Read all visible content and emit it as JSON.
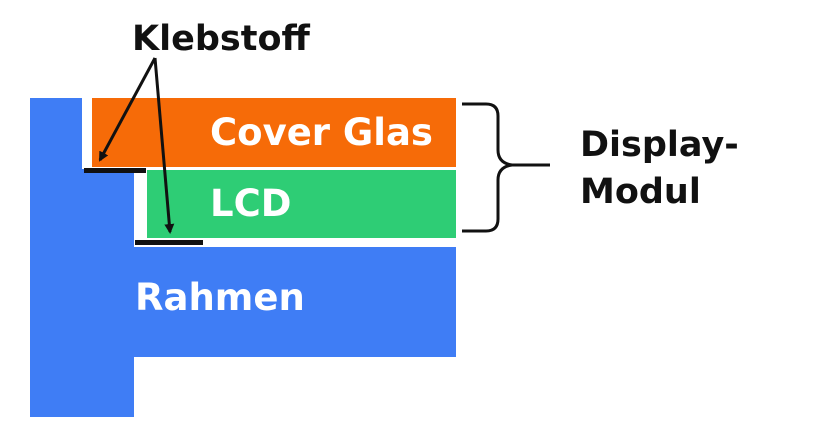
{
  "labels": {
    "adhesive": "Klebstoff",
    "cover_glass": "Cover Glas",
    "lcd": "LCD",
    "frame": "Rahmen",
    "display_module_line1": "Display-",
    "display_module_line2": "Modul"
  },
  "colors": {
    "frame": "#3f7df5",
    "cover_glass": "#f66b08",
    "lcd": "#2ecd75",
    "adhesive": "#111111",
    "background": "#ffffff"
  }
}
